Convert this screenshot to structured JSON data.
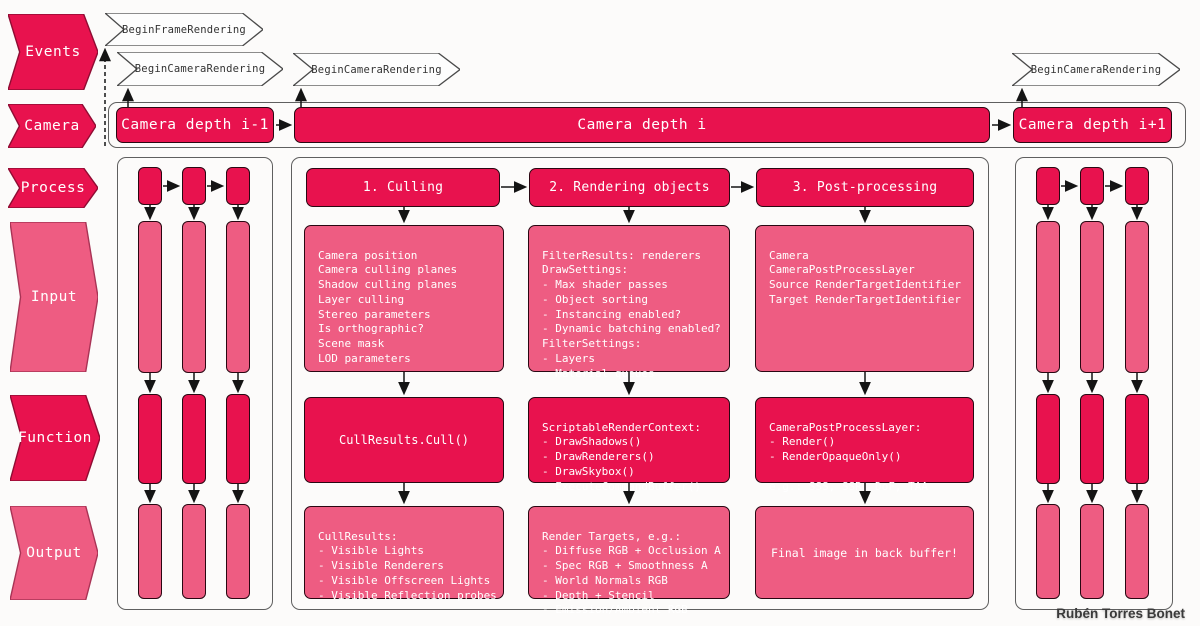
{
  "colors": {
    "dark_pink": "#E8124E",
    "light_pink": "#EE5C82",
    "flag_fill": "#fdfdfd",
    "arrow": "#141414"
  },
  "row_labels": {
    "events": "Events",
    "camera": "Camera",
    "process": "Process",
    "input": "Input",
    "function": "Function",
    "output": "Output"
  },
  "event_flags": {
    "frame": "BeginFrameRendering",
    "camera_prev": "BeginCameraRendering",
    "camera_current": "BeginCameraRendering",
    "camera_next": "BeginCameraRendering"
  },
  "camera_row": {
    "prev": "Camera depth i-1",
    "current": "Camera depth i",
    "next": "Camera depth i+1"
  },
  "pipeline": {
    "columns": [
      {
        "header": "1. Culling",
        "input": "Camera position\nCamera culling planes\nShadow culling planes\nLayer culling\nStereo parameters\nIs orthographic?\nScene mask\nLOD parameters",
        "function": "CullResults.Cull()",
        "output": "CullResults:\n- Visible Lights\n- Visible Renderers\n- Visible Offscreen Lights\n- Visible Reflection probes"
      },
      {
        "header": "2. Rendering objects",
        "input": "FilterResults: renderers\nDrawSettings:\n- Max shader passes\n- Object sorting\n- Instancing enabled?\n- Dynamic batching enabled?\nFilterSettings:\n- Layers\n- Material queues",
        "function": "ScriptableRenderContext:\n- DrawShadows()\n- DrawRenderers()\n- DrawSkybox()\n- ExecuteCommandBuffer()",
        "output": "Render Targets, e.g.:\n- Diffuse RGB + Occlusion A\n- Spec RGB + Smoothness A\n- World Normals RGB\n- Depth + Stencil\n- Emission/Ambient RGB"
      },
      {
        "header": "3. Post-processing",
        "input": "Camera\nCameraPostProcessLayer\nSource RenderTargetIdentifier\nTarget RenderTargetIdentifier",
        "function": "CameraPostProcessLayer:\n- Render()\n- RenderOpaqueOnly()\n\ne.g.: SSS, SSR, DoF, TAA",
        "output": "Final image in back buffer!"
      }
    ]
  },
  "credit": "Rubén Torres Bonet"
}
